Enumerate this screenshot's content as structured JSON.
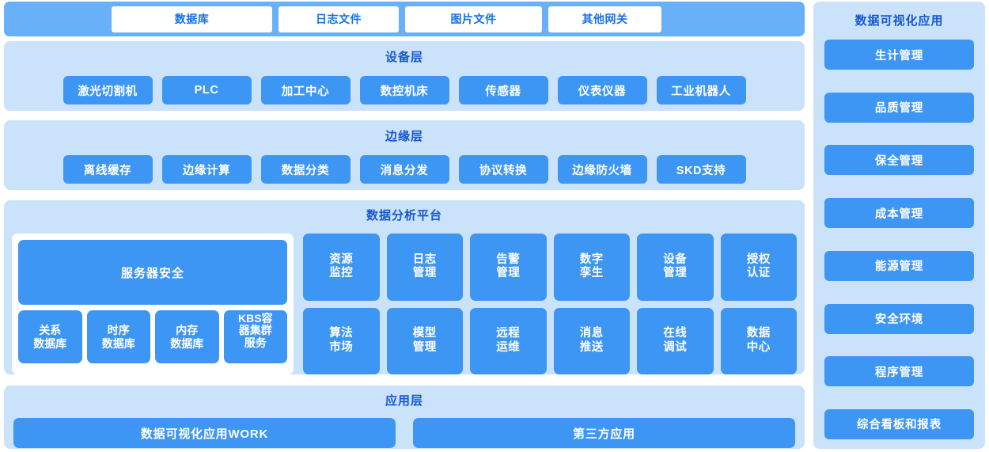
{
  "colors": {
    "tile_blue": "#3d95f4",
    "panel_light_blue": "#cbe2fb",
    "source_bar_blue": "#68b0f7",
    "title_text_blue": "#1457cf",
    "source_text_blue": "#1771e6",
    "white": "#ffffff"
  },
  "source_bar": {
    "items": [
      {
        "label": "数据库"
      },
      {
        "label": "日志文件"
      },
      {
        "label": "图片文件"
      },
      {
        "label": "其他网关"
      }
    ]
  },
  "device_layer": {
    "title": "设备层",
    "items": [
      {
        "label": "激光切割机"
      },
      {
        "label": "PLC"
      },
      {
        "label": "加工中心"
      },
      {
        "label": "数控机床"
      },
      {
        "label": "传感器"
      },
      {
        "label": "仪表仪器"
      },
      {
        "label": "工业机器人"
      }
    ]
  },
  "edge_layer": {
    "title": "边缘层",
    "items": [
      {
        "label": "离线缓存"
      },
      {
        "label": "边缘计算"
      },
      {
        "label": "数据分类"
      },
      {
        "label": "消息分发"
      },
      {
        "label": "协议转换"
      },
      {
        "label": "边缘防火墙"
      },
      {
        "label": "SKD支持"
      }
    ]
  },
  "platform_layer": {
    "title": "数据分析平台",
    "server_card": {
      "security_label": "服务器安全",
      "databases": [
        {
          "line1": "关系",
          "line2": "数据库"
        },
        {
          "line1": "时序",
          "line2": "数据库"
        },
        {
          "line1": "内存",
          "line2": "数据库"
        },
        {
          "line1": "KBS容",
          "line2": "器集群",
          "line3": "服务"
        }
      ]
    },
    "modules": [
      {
        "line1": "资源",
        "line2": "监控"
      },
      {
        "line1": "日志",
        "line2": "管理"
      },
      {
        "line1": "告警",
        "line2": "管理"
      },
      {
        "line1": "数字",
        "line2": "孪生"
      },
      {
        "line1": "设备",
        "line2": "管理"
      },
      {
        "line1": "授权",
        "line2": "认证"
      },
      {
        "line1": "算法",
        "line2": "市场"
      },
      {
        "line1": "模型",
        "line2": "管理"
      },
      {
        "line1": "远程",
        "line2": "运维"
      },
      {
        "line1": "消息",
        "line2": "推送"
      },
      {
        "line1": "在线",
        "line2": "调试"
      },
      {
        "line1": "数据",
        "line2": "中心"
      }
    ]
  },
  "app_layer": {
    "title": "应用层",
    "items": [
      {
        "label": "数据可视化应用WORK"
      },
      {
        "label": "第三方应用"
      }
    ]
  },
  "sidebar": {
    "title": "数据可视化应用",
    "items": [
      {
        "label": "生计管理"
      },
      {
        "label": "品质管理"
      },
      {
        "label": "保全管理"
      },
      {
        "label": "成本管理"
      },
      {
        "label": "能源管理"
      },
      {
        "label": "安全环境"
      },
      {
        "label": "程序管理"
      },
      {
        "label": "综合看板和报表"
      }
    ]
  }
}
